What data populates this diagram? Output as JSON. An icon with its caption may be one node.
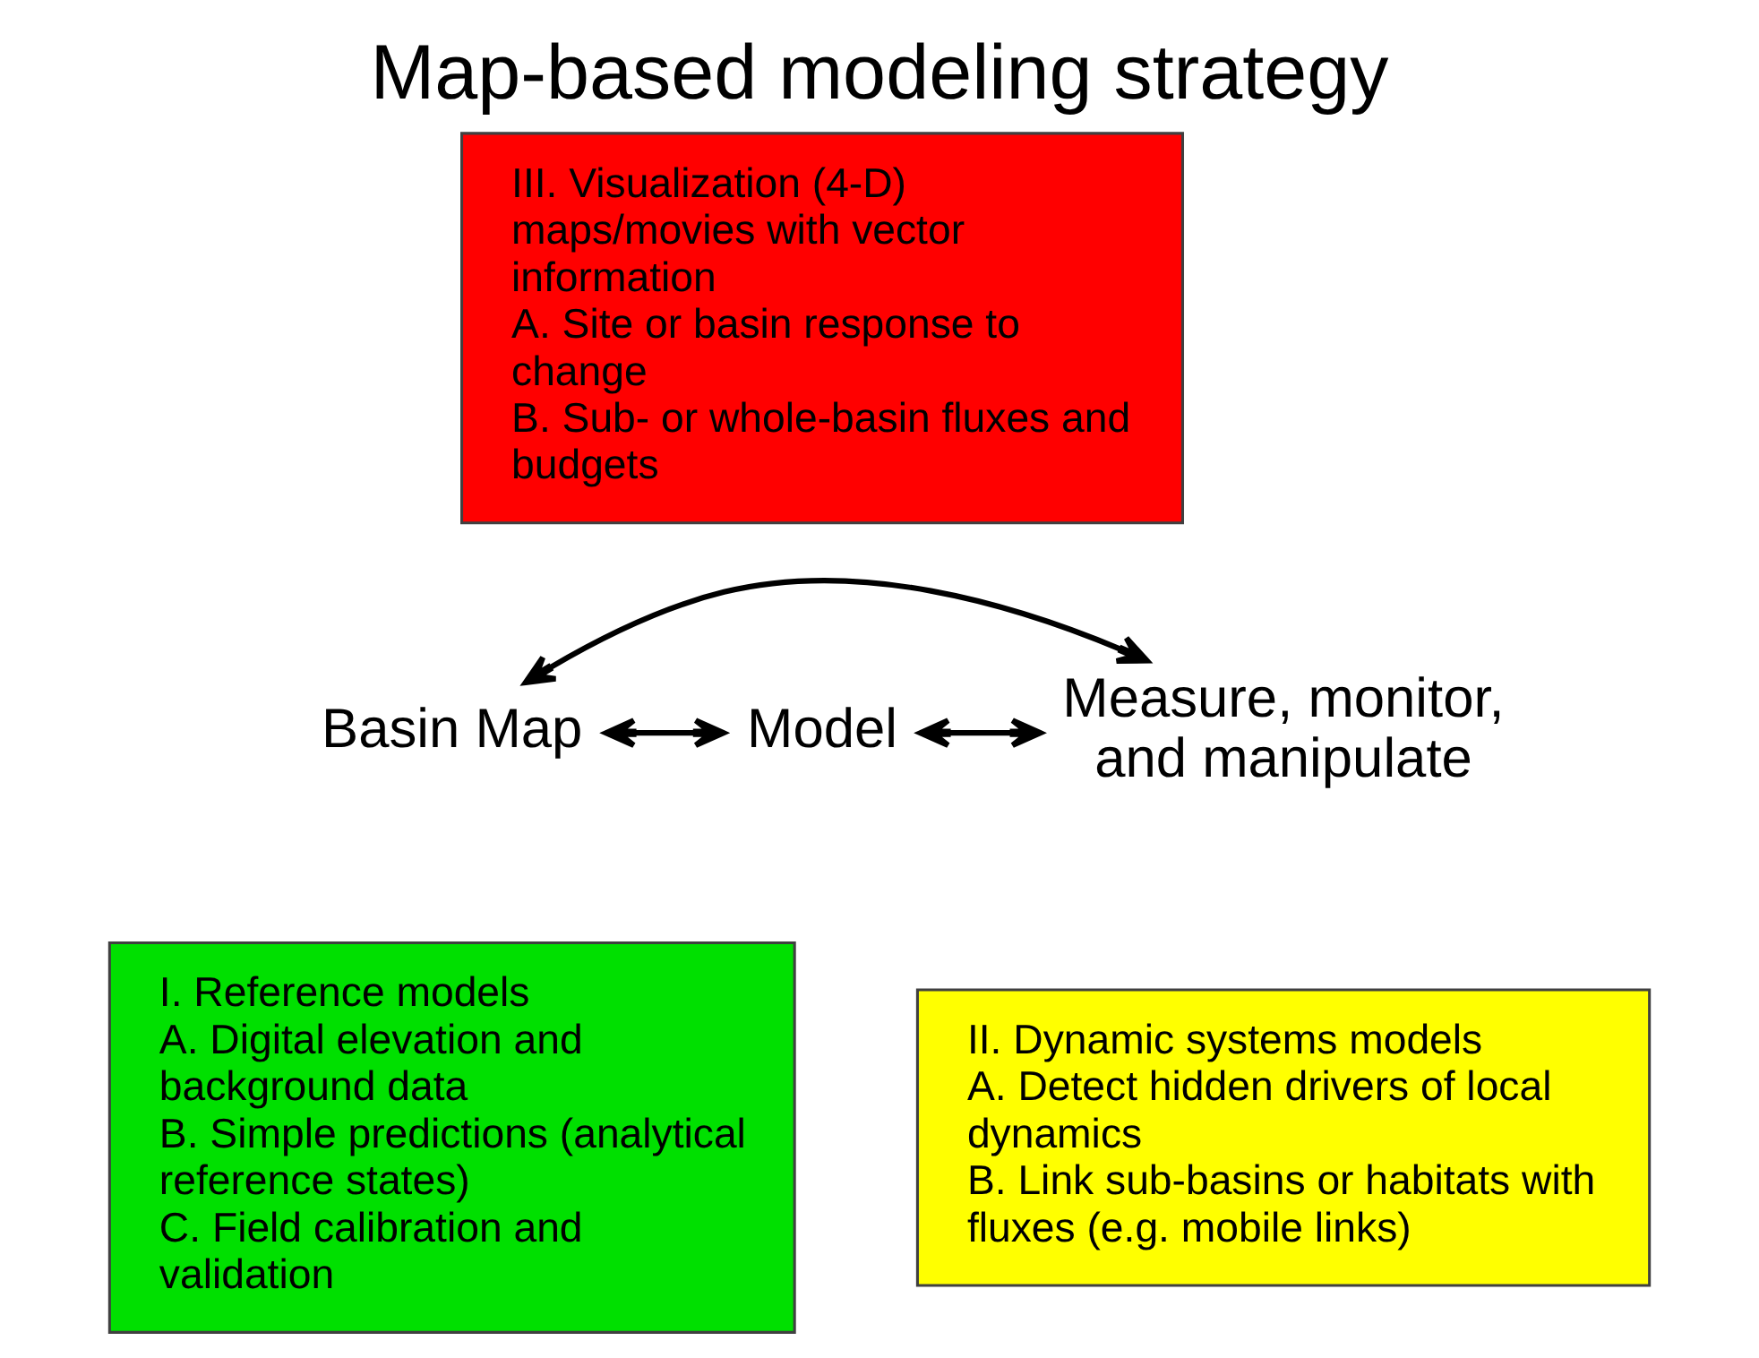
{
  "diagram": {
    "title": "Map-based modeling strategy",
    "nodes": [
      {
        "text": [
          "Basin Map"
        ]
      },
      {
        "text": [
          "Model"
        ]
      },
      {
        "text": [
          "Measure, monitor, and manipulate"
        ]
      },
      {
        "text": [
          "III. Visualization (4-D) maps/movies with vector information",
          "A. Site or basin response to change",
          "B. Sub- or whole-basin fluxes and budgets"
        ]
      },
      {
        "text": [
          "I. Reference models",
          "A. Digital elevation and background data",
          "B. Simple predictions (analytical reference states)",
          "C. Field calibration and validation"
        ]
      },
      {
        "text": [
          "II. Dynamic systems models",
          "A. Detect hidden drivers of local dynamics",
          "B. Link sub-basins or habitats with fluxes (e.g. mobile links)"
        ]
      }
    ],
    "edges": [
      {
        "from": 0,
        "to": 2,
        "arrow": "both"
      },
      {
        "from": 0,
        "to": 1,
        "arrow": "both"
      },
      {
        "from": 1,
        "to": 2,
        "arrow": "both"
      }
    ]
  }
}
